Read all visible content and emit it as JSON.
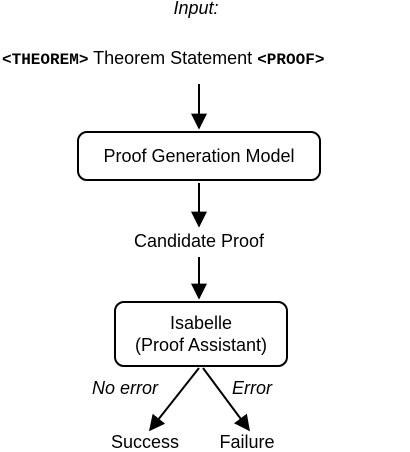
{
  "input": {
    "caption": "Input:",
    "theorem_tag": "<THEOREM>",
    "statement": "Theorem Statement",
    "proof_tag": "<PROOF>"
  },
  "nodes": {
    "proof_generation_model": "Proof Generation Model",
    "candidate_proof": "Candidate Proof",
    "isabelle_line1": "Isabelle",
    "isabelle_line2": "(Proof Assistant)",
    "success": "Success",
    "failure": "Failure"
  },
  "edges": {
    "no_error": "No error",
    "error": "Error"
  }
}
